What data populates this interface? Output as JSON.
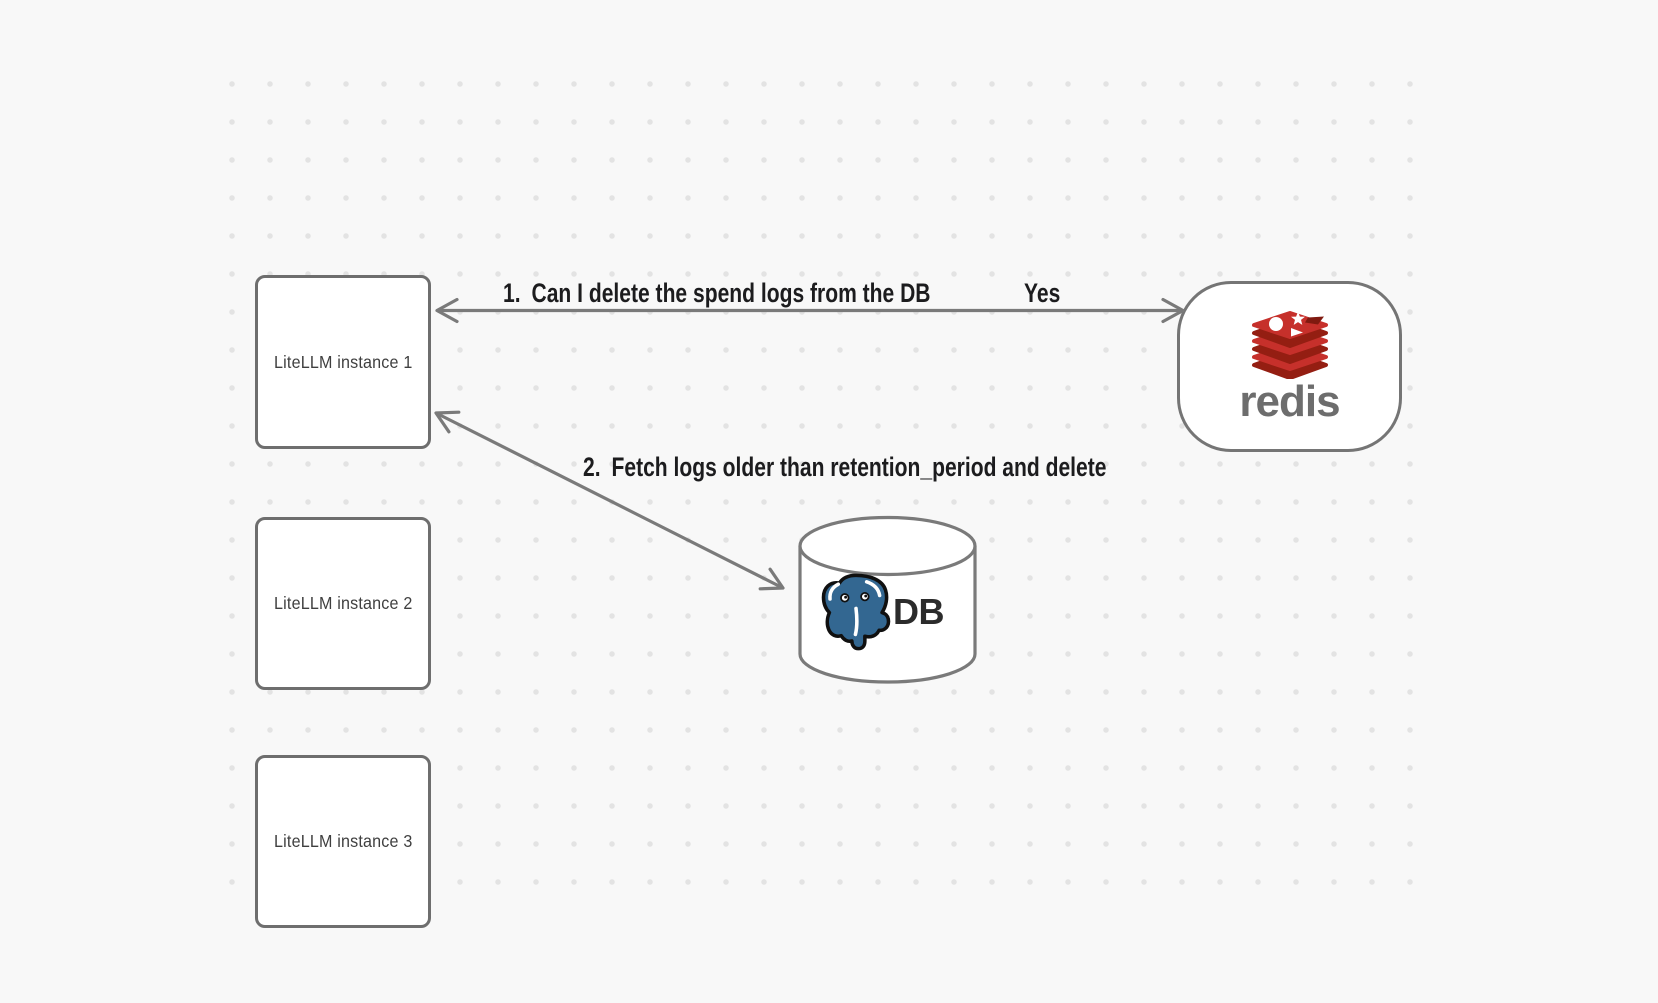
{
  "diagram": {
    "background_color": "#f8f8f8",
    "dot_color": "#e3e3e3",
    "node_stroke_color": "#6e6e6e",
    "arrow_color": "#7a7a7a",
    "label_text_color": "#1c1c1e"
  },
  "nodes": {
    "instances": [
      {
        "label": "LiteLLM instance 1"
      },
      {
        "label": "LiteLLM instance 2"
      },
      {
        "label": "LiteLLM instance 3"
      }
    ],
    "redis": {
      "label": "redis",
      "logo": "redis-logo",
      "logo_red": "#c6302b",
      "logo_dark_red": "#941e12",
      "wordmark_color": "#6d6d6d"
    },
    "database": {
      "label": "DB",
      "logo": "postgresql-elephant-logo",
      "logo_blue": "#336791"
    }
  },
  "edges": [
    {
      "number": "1.",
      "label": "Can I delete the spend logs from the DB",
      "response": "Yes",
      "from": "redis",
      "to": "LiteLLM instance 1",
      "style": "double-headed-arrow"
    },
    {
      "number": "2.",
      "label": "Fetch logs older than retention_period and delete",
      "from": "LiteLLM instance 1",
      "to": "DB",
      "style": "double-headed-arrow"
    }
  ]
}
